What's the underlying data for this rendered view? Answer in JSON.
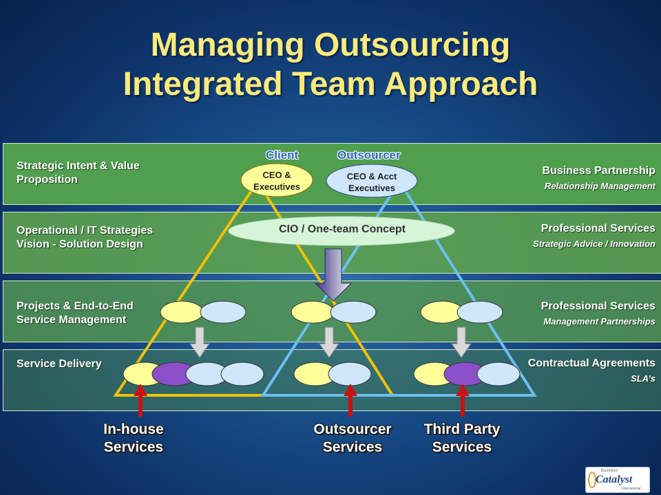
{
  "title": {
    "line1": "Managing Outsourcing",
    "line2": "Integrated Team Approach"
  },
  "bands": [
    {
      "left": "Strategic Intent & Value\nProposition",
      "right_title": "Business Partnership",
      "right_sub": "Relationship Management"
    },
    {
      "left": "Operational / IT Strategies\nVision - Solution Design",
      "right_title": "Professional Services",
      "right_sub": "Strategic Advice / Innovation"
    },
    {
      "left": "Projects & End-to-End\nService Management",
      "right_title": "Professional Services",
      "right_sub": "Management Partnerships"
    },
    {
      "left": "Service Delivery",
      "right_title": "Contractual Agreements",
      "right_sub": "SLA’s"
    }
  ],
  "heads": {
    "client": "Client",
    "outsourcer": "Outsourcer",
    "client_oval": "CEO &\nExecutives",
    "outsourcer_oval": "CEO & Acct\nExecutives"
  },
  "cio": "CIO / One-team Concept",
  "bottom": {
    "inhouse": "In-house\nServices",
    "outsourcer": "Outsourcer\nServices",
    "third_party": "Third Party\nServices"
  },
  "logo": {
    "small": "Business",
    "main": "Catalyst",
    "sub": "International"
  },
  "colors": {
    "title": "#ffeb7a",
    "client_triangle": "#f2c200",
    "outsourcer_triangle": "#6cc0f0",
    "yellow_oval": "#ffff99",
    "blue_oval": "#cfe6fb",
    "purple_oval": "#8a4fc9",
    "cio_oval": "#d6f5d8",
    "arrow_up": "#cc1111"
  }
}
